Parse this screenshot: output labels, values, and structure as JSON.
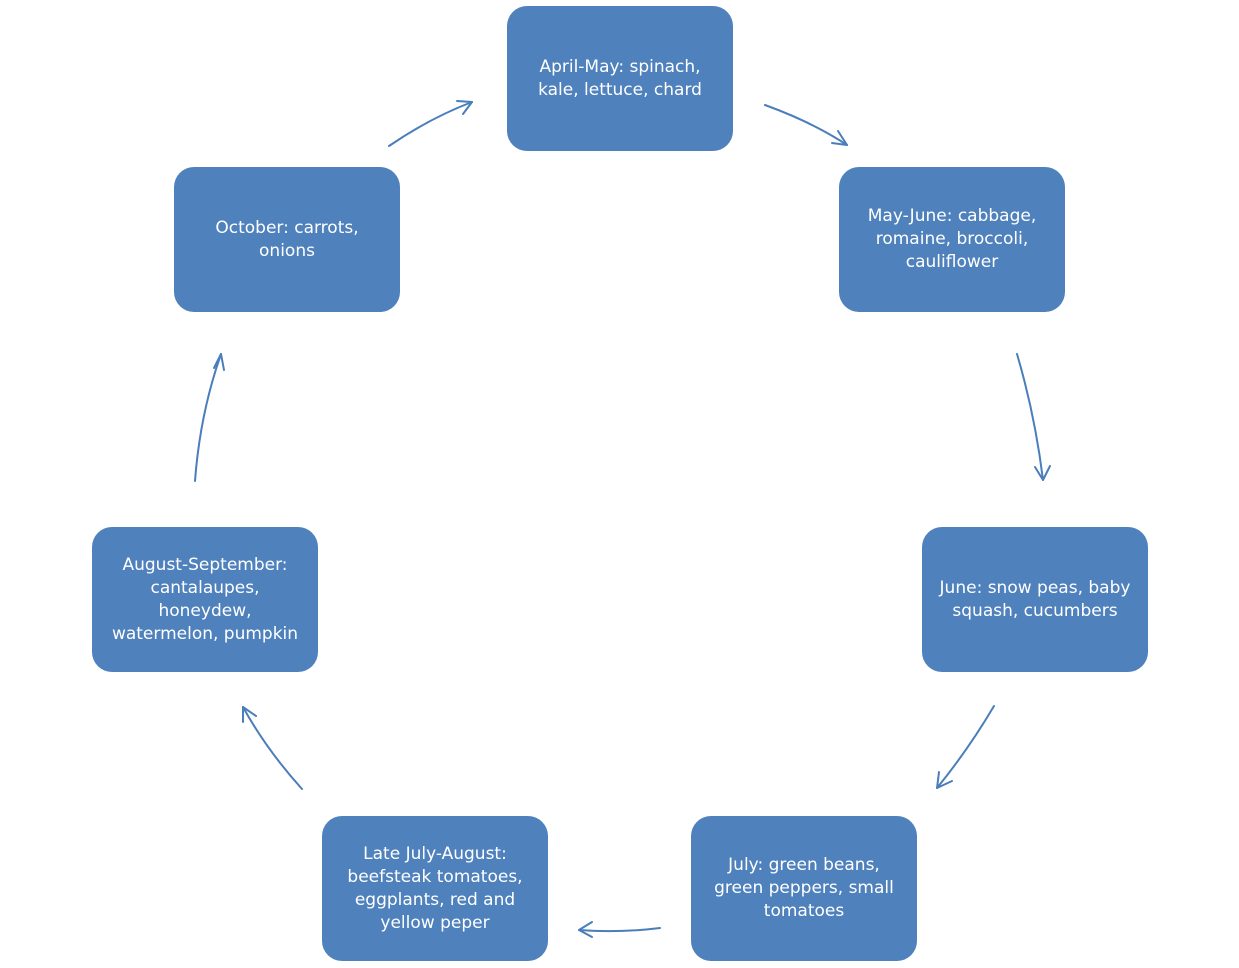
{
  "cycle": {
    "stages": [
      {
        "label": "April-May: spinach, kale, lettuce,  chard"
      },
      {
        "label": "May-June: cabbage, romaine, broccoli, cauliflower"
      },
      {
        "label": "June: snow peas, baby squash, cucumbers"
      },
      {
        "label": "July: green beans, green peppers,  small tomatoes"
      },
      {
        "label": "Late July-August: beefsteak tomatoes, eggplants, red and yellow peper"
      },
      {
        "label": "August-September: cantalaupes, honeydew, watermelon, pumpkin"
      },
      {
        "label": "October: carrots, onions"
      }
    ]
  },
  "colors": {
    "node_fill": "#4f81bd",
    "node_text": "#ffffff",
    "arrow": "#4a7ebb"
  }
}
